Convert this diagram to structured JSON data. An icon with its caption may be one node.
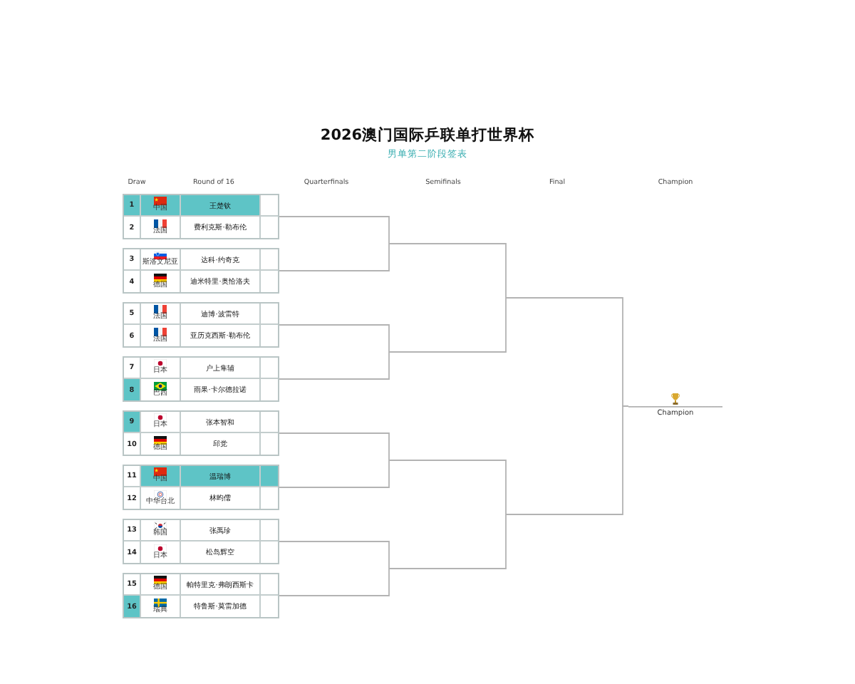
{
  "diagram": {
    "title": "2026澳门国际乒联单打世界杯",
    "nodes": [
      {
        "text": [],
        "shape": "box"
      },
      {
        "text": [
          "1",
          "中国",
          "王楚钦"
        ],
        "in": 0
      },
      {
        "text": [
          "2",
          "法国",
          "费利克斯·勒布伦"
        ],
        "in": 0
      },
      {
        "text": [],
        "shape": "box"
      },
      {
        "text": [
          "3",
          "斯洛文尼亚",
          "达科·约奇克"
        ],
        "in": 3
      },
      {
        "text": [
          "4",
          "德国",
          "迪米特里·奥恰洛夫"
        ],
        "in": 3
      },
      {
        "text": [],
        "shape": "box"
      },
      {
        "text": [
          "5",
          "法国",
          "迪博·波雷特"
        ],
        "in": 6
      },
      {
        "text": [
          "6",
          "法国",
          "亚历克西斯·勒布伦"
        ],
        "in": 6
      },
      {
        "text": [],
        "shape": "box"
      },
      {
        "text": [
          "7",
          "日本",
          "户上隼辅"
        ],
        "in": 9
      },
      {
        "text": [
          "8",
          "巴西",
          "雨果·卡尔德拉诺"
        ],
        "in": 9
      },
      {
        "text": [],
        "shape": "box"
      },
      {
        "text": [
          "9",
          "日本",
          "张本智和"
        ],
        "in": 12
      },
      {
        "text": [
          "10",
          "德国",
          "邱党"
        ],
        "in": 12
      },
      {
        "text": [],
        "shape": "box"
      },
      {
        "text": [
          "11",
          "中国",
          "温瑞博"
        ],
        "in": 15
      },
      {
        "text": [
          "12",
          "中华台北",
          "林昀儒"
        ],
        "in": 15
      },
      {
        "text": [],
        "shape": "box"
      },
      {
        "text": [
          "13",
          "韩国",
          "张禹珍"
        ],
        "in": 18
      },
      {
        "text": [
          "14",
          "日本",
          "松岛辉空"
        ],
        "in": 18
      },
      {
        "text": [],
        "shape": "box"
      },
      {
        "text": [
          "15",
          "德国",
          "帕特里克·弗朗西斯卡"
        ],
        "in": 21
      },
      {
        "text": [
          "16",
          "瑞典",
          "特鲁斯·莫雷加德"
        ],
        "in": 21
      },
      {
        "text": [
          "Champion"
        ]
      }
    ],
    "edges": [
      {
        "from": 0,
        "to": 24,
        "arrow": "none"
      },
      {
        "from": 3,
        "to": 24,
        "arrow": "none"
      },
      {
        "from": 6,
        "to": 24,
        "arrow": "none"
      },
      {
        "from": 9,
        "to": 24,
        "arrow": "none"
      },
      {
        "from": 12,
        "to": 24,
        "arrow": "none"
      },
      {
        "from": 15,
        "to": 24,
        "arrow": "none"
      },
      {
        "from": 18,
        "to": 24,
        "arrow": "none"
      },
      {
        "from": 21,
        "to": 24,
        "arrow": "none"
      }
    ],
    "labels": [
      "男单第二阶段签表",
      "Draw",
      "Round of 16",
      "Quarterfinals",
      "Semifinals",
      "Final",
      "Champion"
    ]
  }
}
